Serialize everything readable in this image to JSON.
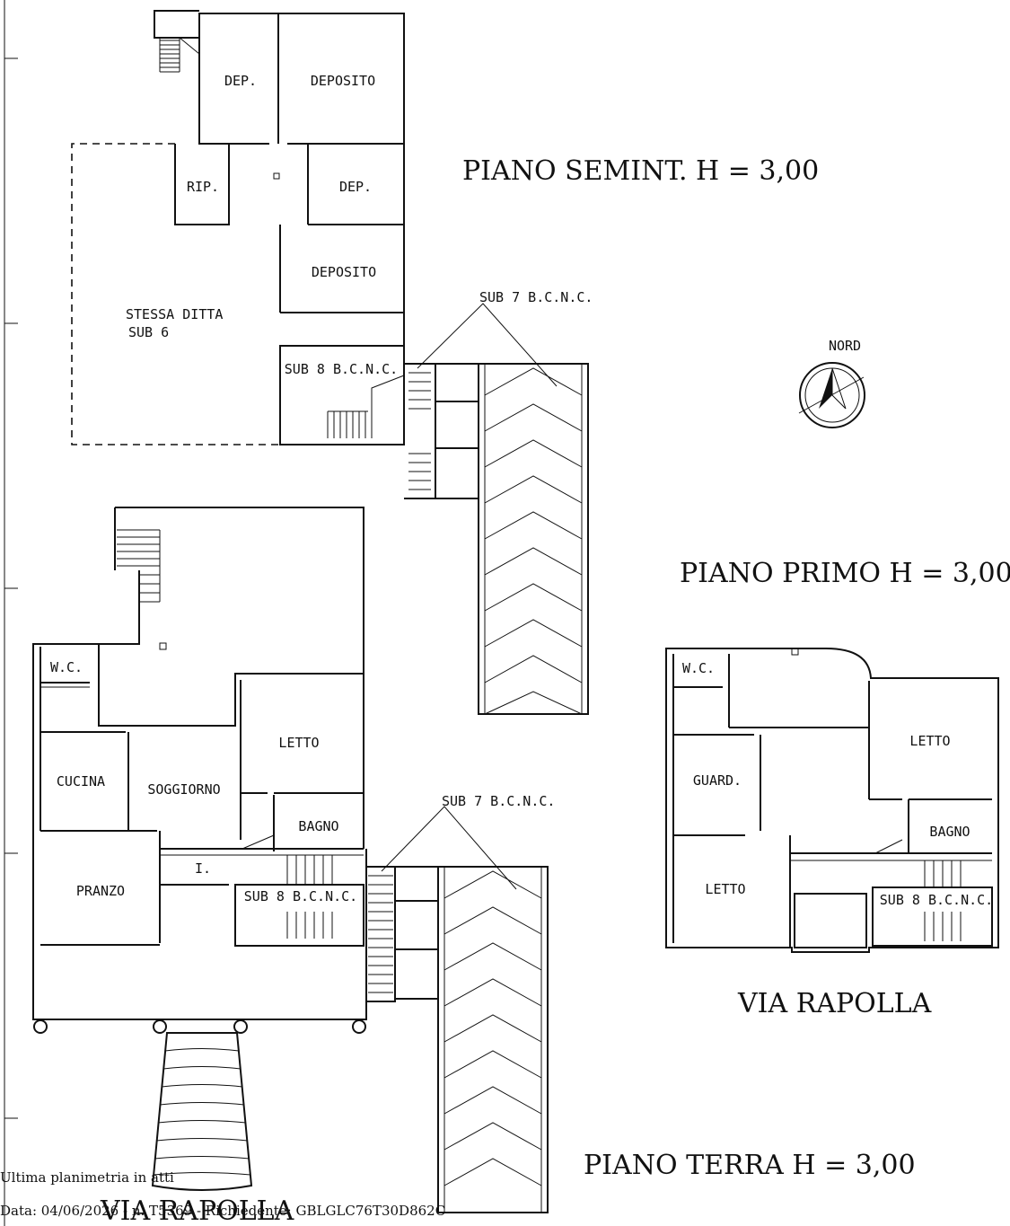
{
  "titles": {
    "basement": "PIANO SEMINT. H = 3,00",
    "first": "PIANO PRIMO H = 3,00",
    "ground": "PIANO TERRA H = 3,00",
    "street_right": "VIA RAPOLLA",
    "street_bottom": "VIA RAPOLLA"
  },
  "compass": {
    "label": "NORD"
  },
  "basement": {
    "dep1": "DEP.",
    "deposito1": "DEPOSITO",
    "rip": "RIP.",
    "dep2": "DEP.",
    "deposito2": "DEPOSITO",
    "stessa": "STESSA DITTA",
    "sub6": "SUB 6",
    "sub8": "SUB 8 B.C.N.C.",
    "sub7": "SUB 7 B.C.N.C."
  },
  "ground": {
    "wc": "W.C.",
    "cucina": "CUCINA",
    "soggiorno": "SOGGIORNO",
    "letto": "LETTO",
    "bagno": "BAGNO",
    "pranzo": "PRANZO",
    "ingresso": "I.",
    "sub8": "SUB 8 B.C.N.C.",
    "sub7": "SUB 7 B.C.N.C."
  },
  "first": {
    "wc": "W.C.",
    "letto1": "LETTO",
    "guard": "GUARD.",
    "bagno": "BAGNO",
    "letto2": "LETTO",
    "sub8": "SUB 8 B.C.N.C."
  },
  "footer": {
    "line1": "Ultima planimetria in atti",
    "line2": "Data: 04/06/2026 - n. T5369 - Richiedente: GBLGLC76T30D862C"
  }
}
